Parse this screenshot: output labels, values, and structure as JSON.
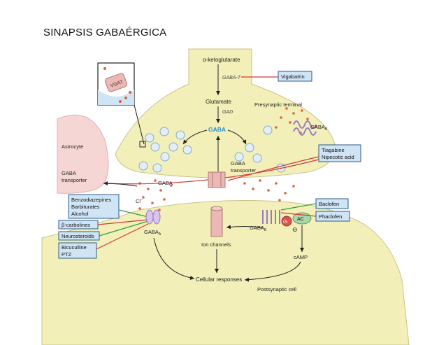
{
  "title": "SINAPSIS GABAÉRGICA",
  "labels": {
    "alpha_kg": "α-ketoglutarate",
    "gaba_t": "GABA-T",
    "vigabatrin": "Vigabatrin",
    "glutamate": "Glutamate",
    "gad": "GAD",
    "presynaptic": "Presynaptic terminal",
    "gaba_center": "GABA",
    "gaba_b_pre": "GABA",
    "gaba_b_pre_sub": "B",
    "tiagabine": "Tiagabine",
    "nipecotic": "Nipecotic acid",
    "vgat": "VGAT",
    "astrocyte": "Astrocyte",
    "gaba_transporter_left1": "GABA",
    "gaba_transporter_left2": "transporter",
    "gaba_transporter_mid1": "GABA",
    "gaba_transporter_mid2": "transporter",
    "gaba_cleft": "GABA",
    "cl": "Cl",
    "cl_sup": "−",
    "drug_box1_l1": "Benzodiazepines",
    "drug_box1_l2": "Barbiturates",
    "drug_box1_l3": "Alcohol",
    "beta_carbolines": "β-carbolines",
    "neurosteroids": "Neurosteroids",
    "bicuculline": "Bicuculline",
    "ptz": "PTZ",
    "gaba_a": "GABA",
    "gaba_a_sub": "A",
    "ion_channels": "Ion channels",
    "gaba_b_post": "GABA",
    "gaba_b_post_sub": "B",
    "gi": "Gi",
    "ac": "AC",
    "inhibit_sign": "⊖",
    "baclofen": "Baclofen",
    "phaclofen": "Phaclofen",
    "camp": "cAMP",
    "cellular_responses": "Cellular responses",
    "postsynaptic": "Postsynaptic cell"
  },
  "colors": {
    "neuron_fill": "#f2f0b8",
    "astrocyte_fill": "#f6d6d4",
    "drug_box_fill": "#cfe4f4",
    "drug_box_stroke": "#2c5b8a",
    "red_line": "#d23a3a",
    "green_line": "#3a9a3a",
    "gaba_blue": "#2a8fd1",
    "receptor_purple": "#b89ad6",
    "transporter_pink": "#ecb8b4",
    "dot_orange": "#e0603a"
  }
}
